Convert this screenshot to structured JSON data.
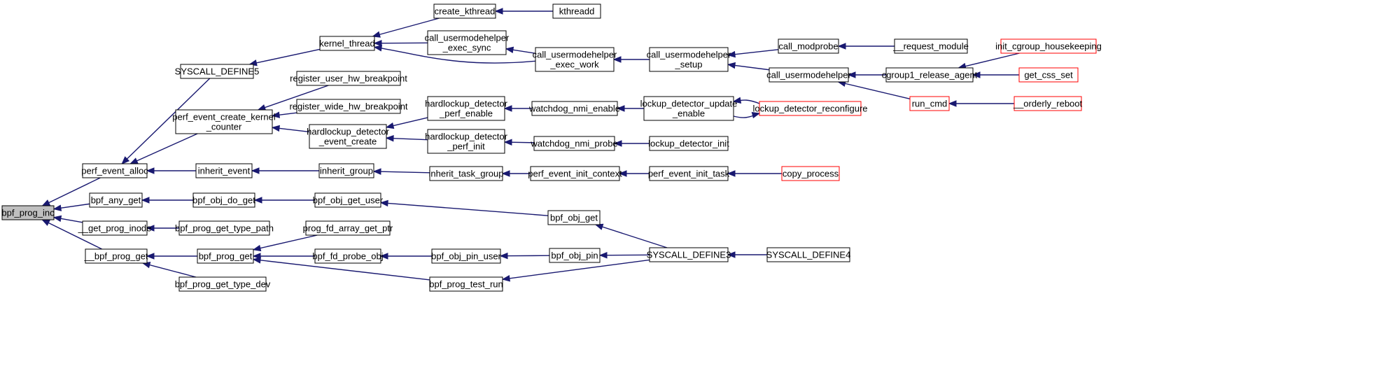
{
  "graph": {
    "title": "",
    "colors": {
      "edge": "#191970",
      "highlight_border": "#ff0000",
      "selected_fill": "#bfbfbf"
    },
    "nodes": [
      {
        "id": "bpf_prog_inc",
        "lines": [
          "bpf_prog_inc"
        ],
        "style": "selected"
      },
      {
        "id": "perf_event_alloc",
        "lines": [
          "perf_event_alloc"
        ]
      },
      {
        "id": "bpf_any_get",
        "lines": [
          "bpf_any_get"
        ]
      },
      {
        "id": "__get_prog_inode",
        "lines": [
          "__get_prog_inode"
        ]
      },
      {
        "id": "__bpf_prog_get",
        "lines": [
          "__bpf_prog_get"
        ]
      },
      {
        "id": "SYSCALL_DEFINE5",
        "lines": [
          "SYSCALL_DEFINE5"
        ]
      },
      {
        "id": "perf_event_create_kernel_counter",
        "lines": [
          "perf_event_create_kernel",
          "_counter"
        ]
      },
      {
        "id": "inherit_event",
        "lines": [
          "inherit_event"
        ]
      },
      {
        "id": "bpf_obj_do_get",
        "lines": [
          "bpf_obj_do_get"
        ]
      },
      {
        "id": "bpf_prog_get_type_path",
        "lines": [
          "bpf_prog_get_type_path"
        ]
      },
      {
        "id": "bpf_prog_get",
        "lines": [
          "bpf_prog_get"
        ]
      },
      {
        "id": "bpf_prog_get_type_dev",
        "lines": [
          "bpf_prog_get_type_dev"
        ]
      },
      {
        "id": "kernel_thread",
        "lines": [
          "kernel_thread"
        ]
      },
      {
        "id": "register_user_hw_breakpoint",
        "lines": [
          "register_user_hw_breakpoint"
        ]
      },
      {
        "id": "register_wide_hw_breakpoint",
        "lines": [
          "register_wide_hw_breakpoint"
        ]
      },
      {
        "id": "hardlockup_detector_event_create",
        "lines": [
          "hardlockup_detector",
          "_event_create"
        ]
      },
      {
        "id": "inherit_group",
        "lines": [
          "inherit_group"
        ]
      },
      {
        "id": "bpf_obj_get_user",
        "lines": [
          "bpf_obj_get_user"
        ]
      },
      {
        "id": "prog_fd_array_get_ptr",
        "lines": [
          "prog_fd_array_get_ptr"
        ]
      },
      {
        "id": "bpf_fd_probe_obj",
        "lines": [
          "bpf_fd_probe_obj"
        ]
      },
      {
        "id": "create_kthread",
        "lines": [
          "create_kthread"
        ]
      },
      {
        "id": "call_usermodehelper_exec_sync",
        "lines": [
          "call_usermodehelper",
          "_exec_sync"
        ]
      },
      {
        "id": "hardlockup_detector_perf_enable",
        "lines": [
          "hardlockup_detector",
          "_perf_enable"
        ]
      },
      {
        "id": "hardlockup_detector_perf_init",
        "lines": [
          "hardlockup_detector",
          "_perf_init"
        ]
      },
      {
        "id": "inherit_task_group",
        "lines": [
          "inherit_task_group"
        ]
      },
      {
        "id": "bpf_obj_pin_user",
        "lines": [
          "bpf_obj_pin_user"
        ]
      },
      {
        "id": "bpf_prog_test_run",
        "lines": [
          "bpf_prog_test_run"
        ]
      },
      {
        "id": "kthreadd",
        "lines": [
          "kthreadd"
        ]
      },
      {
        "id": "call_usermodehelper_exec_work",
        "lines": [
          "call_usermodehelper",
          "_exec_work"
        ]
      },
      {
        "id": "watchdog_nmi_enable",
        "lines": [
          "watchdog_nmi_enable"
        ]
      },
      {
        "id": "watchdog_nmi_probe",
        "lines": [
          "watchdog_nmi_probe"
        ]
      },
      {
        "id": "perf_event_init_context",
        "lines": [
          "perf_event_init_context"
        ]
      },
      {
        "id": "bpf_obj_get",
        "lines": [
          "bpf_obj_get"
        ]
      },
      {
        "id": "bpf_obj_pin",
        "lines": [
          "bpf_obj_pin"
        ]
      },
      {
        "id": "call_usermodehelper_setup",
        "lines": [
          "call_usermodehelper",
          "_setup"
        ]
      },
      {
        "id": "lockup_detector_update_enable",
        "lines": [
          "lockup_detector_update",
          "_enable"
        ]
      },
      {
        "id": "lockup_detector_init",
        "lines": [
          "lockup_detector_init"
        ]
      },
      {
        "id": "perf_event_init_task",
        "lines": [
          "perf_event_init_task"
        ]
      },
      {
        "id": "SYSCALL_DEFINE3",
        "lines": [
          "SYSCALL_DEFINE3"
        ]
      },
      {
        "id": "call_modprobe",
        "lines": [
          "call_modprobe"
        ]
      },
      {
        "id": "call_usermodehelper",
        "lines": [
          "call_usermodehelper"
        ]
      },
      {
        "id": "lockup_detector_reconfigure",
        "lines": [
          "lockup_detector_reconfigure"
        ],
        "style": "highlight"
      },
      {
        "id": "copy_process",
        "lines": [
          "copy_process"
        ],
        "style": "highlight"
      },
      {
        "id": "SYSCALL_DEFINE4",
        "lines": [
          "SYSCALL_DEFINE4"
        ]
      },
      {
        "id": "__request_module",
        "lines": [
          "__request_module"
        ]
      },
      {
        "id": "cgroup1_release_agent",
        "lines": [
          "cgroup1_release_agent"
        ]
      },
      {
        "id": "run_cmd",
        "lines": [
          "run_cmd"
        ],
        "style": "highlight"
      },
      {
        "id": "init_cgroup_housekeeping",
        "lines": [
          "init_cgroup_housekeeping"
        ],
        "style": "highlight"
      },
      {
        "id": "get_css_set",
        "lines": [
          "get_css_set"
        ],
        "style": "highlight"
      },
      {
        "id": "__orderly_reboot",
        "lines": [
          "__orderly_reboot"
        ],
        "style": "highlight"
      }
    ],
    "edges": [
      {
        "from": "perf_event_alloc",
        "to": "bpf_prog_inc"
      },
      {
        "from": "bpf_any_get",
        "to": "bpf_prog_inc"
      },
      {
        "from": "__get_prog_inode",
        "to": "bpf_prog_inc"
      },
      {
        "from": "__bpf_prog_get",
        "to": "bpf_prog_inc"
      },
      {
        "from": "SYSCALL_DEFINE5",
        "to": "perf_event_alloc"
      },
      {
        "from": "perf_event_create_kernel_counter",
        "to": "perf_event_alloc"
      },
      {
        "from": "inherit_event",
        "to": "perf_event_alloc"
      },
      {
        "from": "bpf_obj_do_get",
        "to": "bpf_any_get"
      },
      {
        "from": "bpf_prog_get_type_path",
        "to": "__get_prog_inode"
      },
      {
        "from": "bpf_prog_get",
        "to": "__bpf_prog_get"
      },
      {
        "from": "bpf_prog_get_type_dev",
        "to": "__bpf_prog_get"
      },
      {
        "from": "kernel_thread",
        "to": "SYSCALL_DEFINE5"
      },
      {
        "from": "register_user_hw_breakpoint",
        "to": "perf_event_create_kernel_counter"
      },
      {
        "from": "register_wide_hw_breakpoint",
        "to": "perf_event_create_kernel_counter"
      },
      {
        "from": "hardlockup_detector_event_create",
        "to": "perf_event_create_kernel_counter"
      },
      {
        "from": "inherit_group",
        "to": "inherit_event"
      },
      {
        "from": "bpf_obj_get_user",
        "to": "bpf_obj_do_get"
      },
      {
        "from": "prog_fd_array_get_ptr",
        "to": "bpf_prog_get"
      },
      {
        "from": "bpf_fd_probe_obj",
        "to": "bpf_prog_get"
      },
      {
        "from": "bpf_prog_test_run",
        "to": "bpf_prog_get"
      },
      {
        "from": "create_kthread",
        "to": "kernel_thread"
      },
      {
        "from": "call_usermodehelper_exec_sync",
        "to": "kernel_thread"
      },
      {
        "from": "call_usermodehelper_exec_work",
        "to": "kernel_thread"
      },
      {
        "from": "hardlockup_detector_perf_enable",
        "to": "hardlockup_detector_event_create"
      },
      {
        "from": "hardlockup_detector_perf_init",
        "to": "hardlockup_detector_event_create"
      },
      {
        "from": "inherit_task_group",
        "to": "inherit_group"
      },
      {
        "from": "bpf_obj_get",
        "to": "bpf_obj_get_user"
      },
      {
        "from": "bpf_obj_pin_user",
        "to": "bpf_fd_probe_obj"
      },
      {
        "from": "SYSCALL_DEFINE3",
        "to": "bpf_prog_test_run"
      },
      {
        "from": "kthreadd",
        "to": "create_kthread"
      },
      {
        "from": "call_usermodehelper_exec_work",
        "to": "call_usermodehelper_exec_sync"
      },
      {
        "from": "watchdog_nmi_enable",
        "to": "hardlockup_detector_perf_enable"
      },
      {
        "from": "watchdog_nmi_probe",
        "to": "hardlockup_detector_perf_init"
      },
      {
        "from": "perf_event_init_context",
        "to": "inherit_task_group"
      },
      {
        "from": "SYSCALL_DEFINE3",
        "to": "bpf_obj_get"
      },
      {
        "from": "bpf_obj_pin",
        "to": "bpf_obj_pin_user"
      },
      {
        "from": "call_usermodehelper_setup",
        "to": "call_usermodehelper_exec_work"
      },
      {
        "from": "lockup_detector_update_enable",
        "to": "watchdog_nmi_enable"
      },
      {
        "from": "lockup_detector_init",
        "to": "watchdog_nmi_probe"
      },
      {
        "from": "perf_event_init_task",
        "to": "perf_event_init_context"
      },
      {
        "from": "SYSCALL_DEFINE3",
        "to": "bpf_obj_pin"
      },
      {
        "from": "call_modprobe",
        "to": "call_usermodehelper_setup"
      },
      {
        "from": "call_usermodehelper",
        "to": "call_usermodehelper_setup"
      },
      {
        "from": "lockup_detector_reconfigure",
        "to": "lockup_detector_update_enable"
      },
      {
        "from": "lockup_detector_update_enable",
        "to": "lockup_detector_reconfigure"
      },
      {
        "from": "copy_process",
        "to": "perf_event_init_task"
      },
      {
        "from": "SYSCALL_DEFINE4",
        "to": "SYSCALL_DEFINE3"
      },
      {
        "from": "__request_module",
        "to": "call_modprobe"
      },
      {
        "from": "cgroup1_release_agent",
        "to": "call_usermodehelper"
      },
      {
        "from": "run_cmd",
        "to": "call_usermodehelper"
      },
      {
        "from": "init_cgroup_housekeeping",
        "to": "cgroup1_release_agent"
      },
      {
        "from": "get_css_set",
        "to": "cgroup1_release_agent"
      },
      {
        "from": "__orderly_reboot",
        "to": "run_cmd"
      }
    ]
  }
}
